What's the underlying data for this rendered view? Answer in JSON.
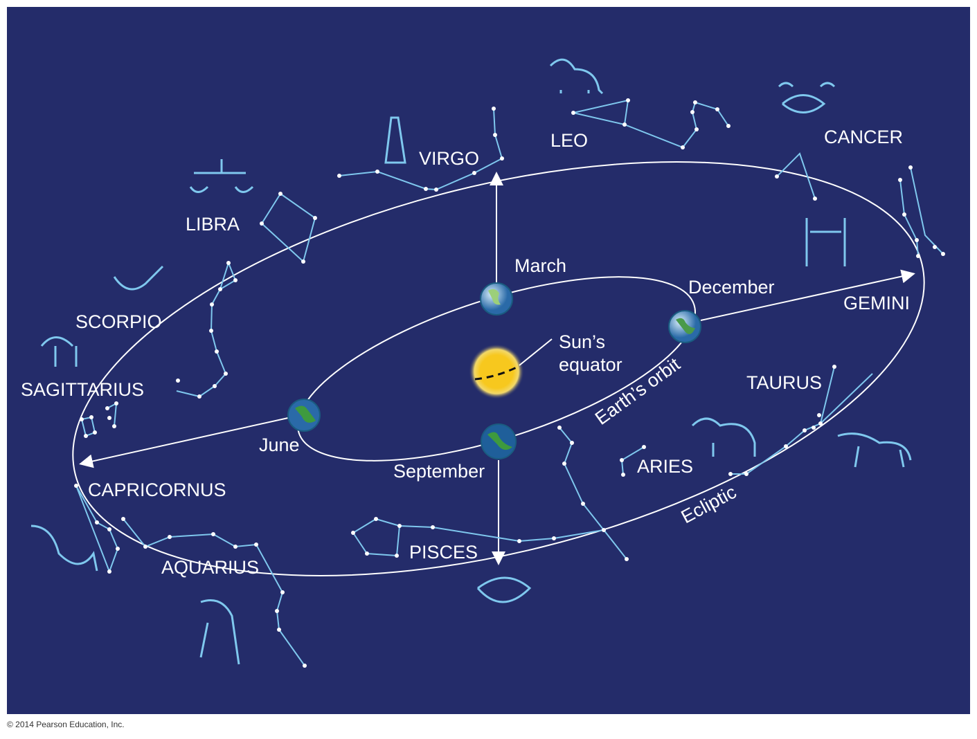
{
  "labels": {
    "virgo": "VIRGO",
    "leo": "LEO",
    "cancer": "CANCER",
    "libra": "LIBRA",
    "scorpio": "SCORPIO",
    "sagittarius": "SAGITTARIUS",
    "capricornus": "CAPRICORNUS",
    "aquarius": "AQUARIUS",
    "pisces": "PISCES",
    "aries": "ARIES",
    "taurus": "TAURUS",
    "gemini": "GEMINI",
    "ecliptic": "Ecliptic",
    "earths_orbit": "Earth’s orbit",
    "suns_equator_1": "Sun’s",
    "suns_equator_2": "equator",
    "march": "March",
    "december": "December",
    "june": "June",
    "september": "September"
  },
  "credit": "© 2014 Pearson Education, Inc.",
  "colors": {
    "background": "#242c6a",
    "constellation": "#7fc8ee",
    "sun": "#f7c81e"
  }
}
